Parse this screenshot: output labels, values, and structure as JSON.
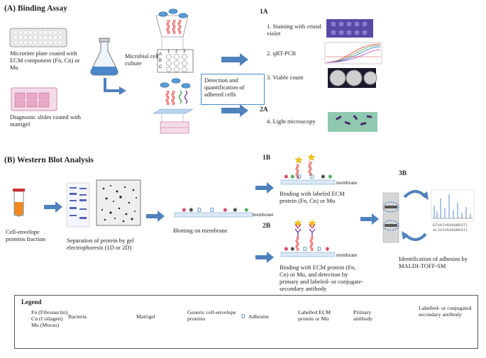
{
  "sectionA": {
    "title": "(A) Binding Assay",
    "microtiter_label": "Microtiter plate coated with ECM component (Fn, Cn) or Mu",
    "slides_label": "Diagnostic slides coated with matrigel",
    "culture_label": "Microbial cell culture",
    "detection_label": "Detection and quantification of adhered cells",
    "step_1a": "1A",
    "step_2a": "2A",
    "method1": "1. Staining with cristal violet",
    "method2": "2. qRT-PCR",
    "method3": "3. Viable count",
    "method4": "4. Light microscopy",
    "plate_rows": [
      "A",
      "B",
      "C"
    ],
    "plate_cols": [
      "1",
      "2",
      "3"
    ]
  },
  "sectionB": {
    "title": "(B) Western Blot Analysis",
    "cell_envelope_label": "Cell-envelope proteins fraction",
    "separation_label": "Separation of protein by gel electrophoresis (1D or 2D)",
    "blotting_label": "Blotting on membrane",
    "membrane_label": "membrane",
    "step_1b": "1B",
    "step_2b": "2B",
    "step_3b": "3B",
    "binding_1b": "Binding with labeled ECM protein (Fn, Cn) or Mu",
    "binding_2b": "Binding with ECM protein (Fn, Cn) or Mu, and detection by primary and labeled- or conjugate-secondary antibody",
    "identification": "Identification of adhesins by MALDI-TOFF-SM",
    "sequence_line1": "EIVAIVGSKGRGSTL",
    "sequence_line2": "ALIVIVGSKGRGSTL"
  },
  "legend": {
    "title": "Legend",
    "ecm": "Fn (Fibronectin) Cn (Collagen) Mu (Mucus)",
    "ecm_lines": [
      "Fn (Fibronectin)",
      "Cn (Collagen)",
      "Mu (Mucus)"
    ],
    "bacteria": "Bacteria",
    "matrigel": "Matrigel",
    "generic": "Generic cell-envelope proteins",
    "adhesins_symbol": "D",
    "adhesins": "Adhesins",
    "labelled_ecm": "Labelled ECM protein or Mu",
    "primary": "Primary antibody",
    "secondary": "Labelled- or conjugated secondary antibody"
  },
  "colors": {
    "arrow": "#4f81bd",
    "bacteria_fill": "#5b9bd5",
    "ecm_red": "#e03030",
    "matrigel_green": "#3aa04a",
    "antibody_purple": "#7a3a9a",
    "star_yellow": "#f5c400",
    "membrane_blue": "#dbe8f5",
    "crystal_violet": "#5a4aa8"
  }
}
